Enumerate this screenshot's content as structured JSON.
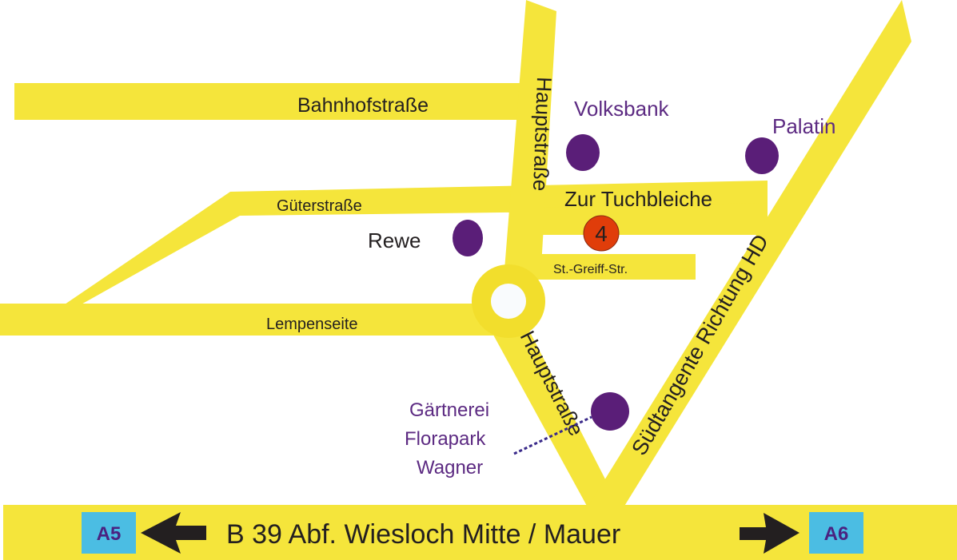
{
  "map": {
    "colors": {
      "road": "#f5e53b",
      "roundabout": "#f2de2c",
      "poi": "#5a1e78",
      "poi_label": "#5c2a82",
      "target": "#e03d0a",
      "highway_badge": "#4bbde3",
      "highway_badge_text": "#4a2280",
      "text": "#231f20"
    },
    "streets": {
      "bahnhof": "Bahnhofstraße",
      "haupt_north": "Hauptstraße",
      "haupt_south": "Hauptstraße",
      "gueter": "Güterstraße",
      "tuchbleiche": "Zur Tuchbleiche",
      "greiff": "St.-Greiff-Str.",
      "lempen": "Lempenseite",
      "suedtangente": "Südtangente Richtung HD"
    },
    "pois": {
      "volksbank": "Volksbank",
      "palatin": "Palatin",
      "rewe": "Rewe",
      "gaertnerei_1": "Gärtnerei",
      "gaertnerei_2": "Florapark",
      "gaertnerei_3": "Wagner"
    },
    "target_marker": "4",
    "highway": {
      "label": "B 39 Abf. Wiesloch Mitte / Mauer",
      "left_badge": "A5",
      "right_badge": "A6"
    }
  }
}
